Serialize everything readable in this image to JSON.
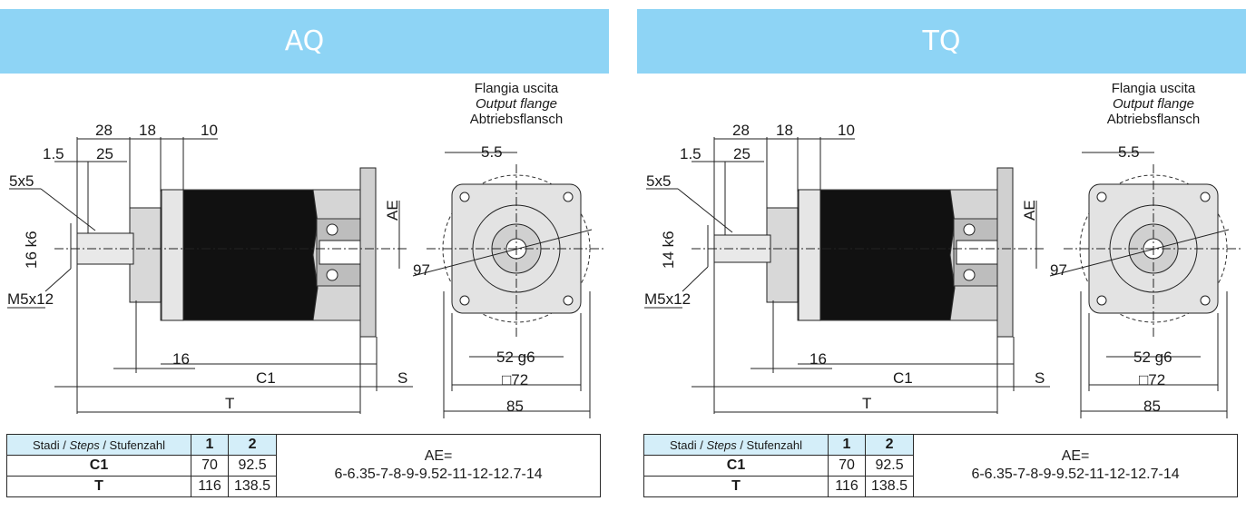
{
  "colors": {
    "banner": "#8ed4f5",
    "table_header": "#d4eef9",
    "housing": "#111111",
    "flange": "#e3e3e3"
  },
  "panels": [
    {
      "title": "AQ",
      "flange_heading": [
        "Flangia uscita",
        "Output flange",
        "Abtriebsflansch"
      ],
      "dims": {
        "d28": "28",
        "d18": "18",
        "d10": "10",
        "d1_5": "1.5",
        "d25": "25",
        "key": "5x5",
        "shaft": "16 k6",
        "thread": "M5x12",
        "ae": "AE",
        "d16": "16",
        "c1": "C1",
        "s": "S",
        "t": "T",
        "d5_5": "5.5",
        "d97": "97",
        "d52": "52 g6",
        "d72": "□72",
        "d85": "85"
      },
      "table": {
        "header_label": "Stadi / ",
        "header_label_it": "Steps",
        "header_label_de": " / Stufenzahl",
        "stage1": "1",
        "stage2": "2",
        "c1_label": "C1",
        "c1_1": "70",
        "c1_2": "92.5",
        "t_label": "T",
        "t_1": "116",
        "t_2": "138.5",
        "ae_line1": "AE=",
        "ae_line2": "6-6.35-7-8-9-9.52-11-12-12.7-14"
      }
    },
    {
      "title": "TQ",
      "flange_heading": [
        "Flangia uscita",
        "Output flange",
        "Abtriebsflansch"
      ],
      "dims": {
        "d28": "28",
        "d18": "18",
        "d10": "10",
        "d1_5": "1.5",
        "d25": "25",
        "key": "5x5",
        "shaft": "14 k6",
        "thread": "M5x12",
        "ae": "AE",
        "d16": "16",
        "c1": "C1",
        "s": "S",
        "t": "T",
        "d5_5": "5.5",
        "d97": "97",
        "d52": "52 g6",
        "d72": "□72",
        "d85": "85"
      },
      "table": {
        "header_label": "Stadi / ",
        "header_label_it": "Steps",
        "header_label_de": " / Stufenzahl",
        "stage1": "1",
        "stage2": "2",
        "c1_label": "C1",
        "c1_1": "70",
        "c1_2": "92.5",
        "t_label": "T",
        "t_1": "116",
        "t_2": "138.5",
        "ae_line1": "AE=",
        "ae_line2": "6-6.35-7-8-9-9.52-11-12-12.7-14"
      }
    }
  ]
}
